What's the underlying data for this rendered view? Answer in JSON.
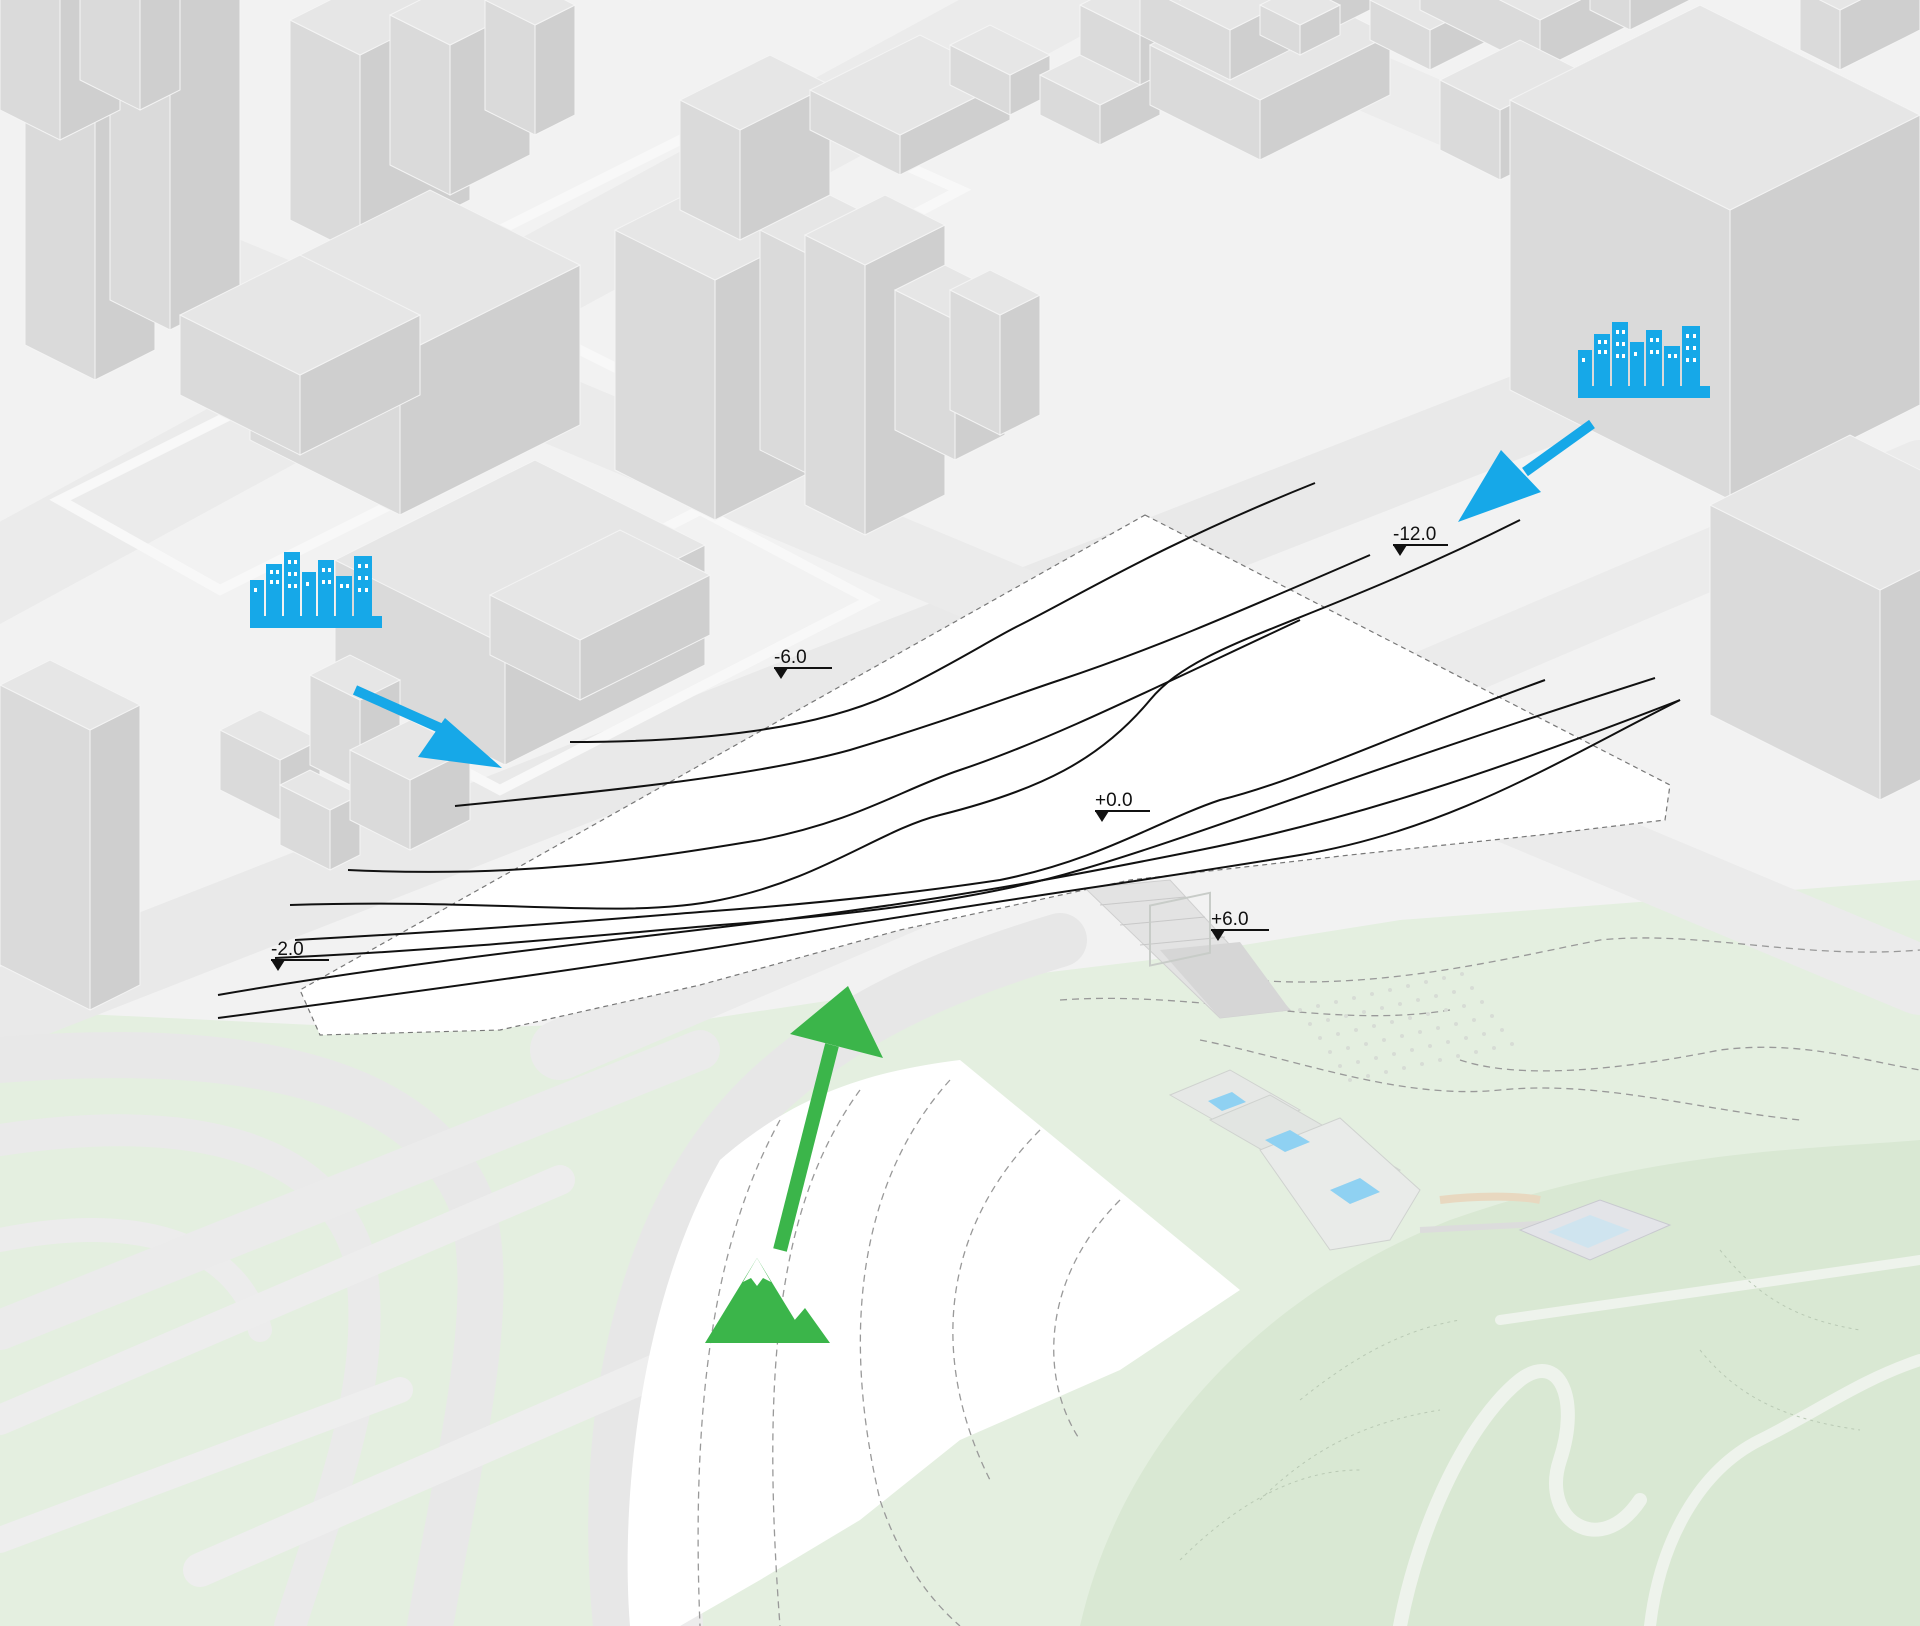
{
  "elevation_markers": [
    {
      "id": "m-12",
      "label": "-12.0"
    },
    {
      "id": "m-6",
      "label": "-6.0"
    },
    {
      "id": "m0",
      "label": "+0.0"
    },
    {
      "id": "m6",
      "label": "+6.0"
    },
    {
      "id": "m-2",
      "label": "-2.0"
    }
  ],
  "icons": {
    "city_left": "city-buildings-icon",
    "city_right": "city-buildings-icon",
    "mountain": "mountain-icon"
  },
  "colors": {
    "background": "#f2f2f2",
    "building_top": "#e6e6e6",
    "building_left": "#dadada",
    "building_right": "#cfcfcf",
    "road": "#e9e9e9",
    "green_area": "#e3efdf",
    "city_arrow": "#16a8e8",
    "mountain_arrow": "#3bb54a",
    "contour": "#111111"
  }
}
